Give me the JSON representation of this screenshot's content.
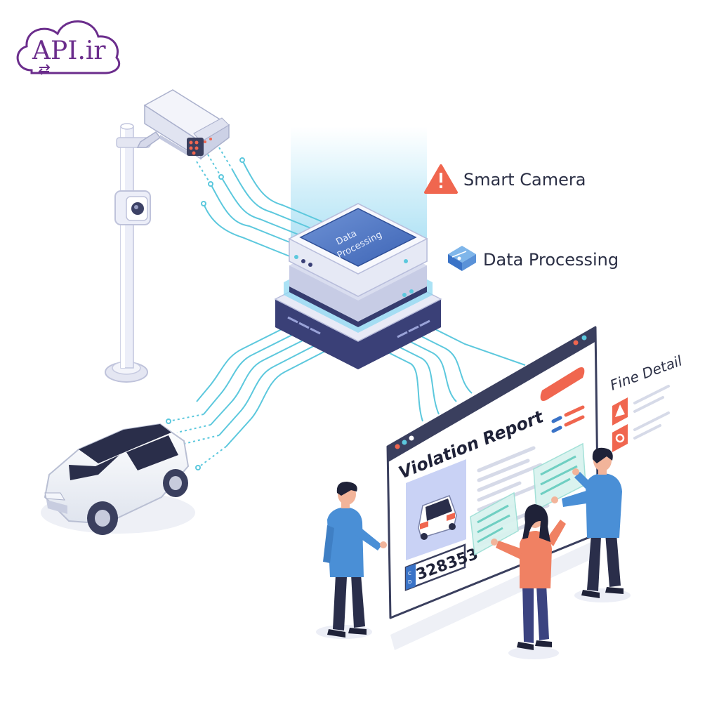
{
  "brand": {
    "logo_text": "API.ir",
    "color": "#6b2d8c"
  },
  "legend": {
    "smart_camera": {
      "label": "Smart Camera",
      "icon": "warning-icon",
      "color": "#f0664f"
    },
    "data_processing": {
      "label": "Data Processing",
      "icon": "data-processing-icon",
      "color": "#3a73c7"
    }
  },
  "server": {
    "label_line1": "Data",
    "label_line2": "Processing"
  },
  "report": {
    "title": "Violation Report",
    "plate_number": "328353",
    "plate_prefix_line1": "C",
    "plate_prefix_line2": "D"
  },
  "fine_detail": {
    "label": "Fine Detail"
  },
  "colors": {
    "accent": "#f0664f",
    "primary": "#3a73c7",
    "connection": "#5cc8dd",
    "navy": "#2b2f5c"
  }
}
